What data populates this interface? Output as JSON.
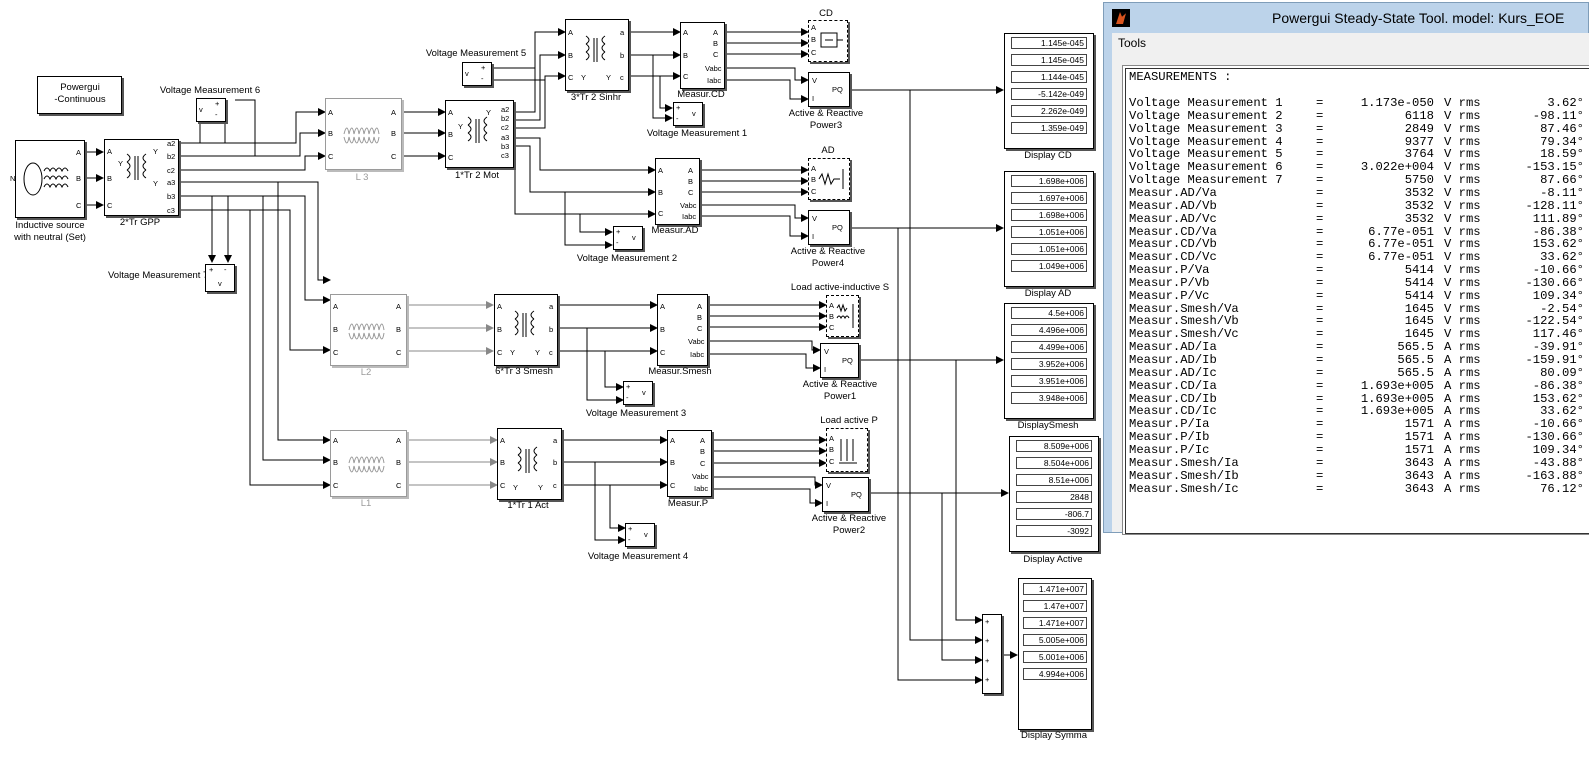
{
  "model": {
    "powergui": {
      "line1": "Powergui",
      "line2": "-Continuous"
    },
    "blocks": {
      "source_line1": "Inductive source",
      "source_line2": "with neutral (Set)",
      "tr_gpp": "2*Tr GPP",
      "l3": "L 3",
      "l2": "L2",
      "l1": "L1",
      "tr_mot": "1*Tr 2 Mot",
      "tr_sinhr": "3*Tr 2 Sinhr",
      "tr_smesh": "6*Tr 3 Smesh",
      "tr_act": "1*Tr 1 Act",
      "measur_cd": "Measur.CD",
      "measur_ad": "Measur.AD",
      "measur_smesh": "Measur.Smesh",
      "measur_p": "Measur.P",
      "load_cd": "CD",
      "load_ad": "AD",
      "load_s": "Load active-inductive  S",
      "load_p": "Load active P",
      "pq3_1": "Active & Reactive",
      "pq3_2": "Power3",
      "pq4_1": "Active & Reactive",
      "pq4_2": "Power4",
      "pq1_1": "Active & Reactive",
      "pq1_2": "Power1",
      "pq2_1": "Active & Reactive",
      "pq2_2": "Power2",
      "vm1": "Voltage Measurement 1",
      "vm2": "Voltage Measurement 2",
      "vm3": "Voltage Measurement 3",
      "vm4": "Voltage Measurement 4",
      "vm5": "Voltage Measurement 5",
      "vm6": "Voltage Measurement 6",
      "vm7": "Voltage Measurement 7",
      "pq_port": "PQ"
    },
    "displays": [
      {
        "title": "Display CD",
        "values": [
          "1.145e-045",
          "1.145e-045",
          "1.144e-045",
          "-5.142e-049",
          "2.262e-049",
          "1.359e-049"
        ]
      },
      {
        "title": "Display AD",
        "values": [
          "1.698e+006",
          "1.697e+006",
          "1.698e+006",
          "1.051e+006",
          "1.051e+006",
          "1.049e+006"
        ]
      },
      {
        "title": "DisplaySmesh",
        "values": [
          "4.5e+006",
          "4.496e+006",
          "4.499e+006",
          "3.952e+006",
          "3.951e+006",
          "3.948e+006"
        ]
      },
      {
        "title": "Display Active",
        "values": [
          "8.509e+006",
          "8.504e+006",
          "8.51e+006",
          "2848",
          "-806.7",
          "-3092"
        ]
      },
      {
        "title": "Display Symma",
        "values": [
          "1.471e+007",
          "1.47e+007",
          "1.471e+007",
          "5.005e+006",
          "5.001e+006",
          "4.994e+006"
        ]
      }
    ],
    "sum_signs": [
      "+",
      "+",
      "+",
      "+"
    ]
  },
  "window": {
    "title": "Powergui Steady-State Tool. model: Kurs_EOE",
    "menu": "Tools",
    "header": "MEASUREMENTS :",
    "rows": [
      {
        "name": "Voltage Measurement 1",
        "value": "1.173e-050",
        "unit": "V rms",
        "angle": "3.62°"
      },
      {
        "name": "Voltage Measurement 2",
        "value": "6118",
        "unit": "V rms",
        "angle": "-98.11°"
      },
      {
        "name": "Voltage Measurement 3",
        "value": "2849",
        "unit": "V rms",
        "angle": "87.46°"
      },
      {
        "name": "Voltage Measurement 4",
        "value": "9377",
        "unit": "V rms",
        "angle": "79.34°"
      },
      {
        "name": "Voltage Measurement 5",
        "value": "3764",
        "unit": "V rms",
        "angle": "18.59°"
      },
      {
        "name": "Voltage Measurement 6",
        "value": "3.022e+004",
        "unit": "V rms",
        "angle": "-153.15°"
      },
      {
        "name": "Voltage Measurement 7",
        "value": "5750",
        "unit": "V rms",
        "angle": "87.66°"
      },
      {
        "name": "Measur.AD/Va",
        "value": "3532",
        "unit": "V rms",
        "angle": "-8.11°"
      },
      {
        "name": "Measur.AD/Vb",
        "value": "3532",
        "unit": "V rms",
        "angle": "-128.11°"
      },
      {
        "name": "Measur.AD/Vc",
        "value": "3532",
        "unit": "V rms",
        "angle": "111.89°"
      },
      {
        "name": "Measur.CD/Va",
        "value": "6.77e-051",
        "unit": "V rms",
        "angle": "-86.38°"
      },
      {
        "name": "Measur.CD/Vb",
        "value": "6.77e-051",
        "unit": "V rms",
        "angle": "153.62°"
      },
      {
        "name": "Measur.CD/Vc",
        "value": "6.77e-051",
        "unit": "V rms",
        "angle": "33.62°"
      },
      {
        "name": "Measur.P/Va",
        "value": "5414",
        "unit": "V rms",
        "angle": "-10.66°"
      },
      {
        "name": "Measur.P/Vb",
        "value": "5414",
        "unit": "V rms",
        "angle": "-130.66°"
      },
      {
        "name": "Measur.P/Vc",
        "value": "5414",
        "unit": "V rms",
        "angle": "109.34°"
      },
      {
        "name": "Measur.Smesh/Va",
        "value": "1645",
        "unit": "V rms",
        "angle": "-2.54°"
      },
      {
        "name": "Measur.Smesh/Vb",
        "value": "1645",
        "unit": "V rms",
        "angle": "-122.54°"
      },
      {
        "name": "Measur.Smesh/Vc",
        "value": "1645",
        "unit": "V rms",
        "angle": "117.46°"
      },
      {
        "name": "Measur.AD/Ia",
        "value": "565.5",
        "unit": "A rms",
        "angle": "-39.91°"
      },
      {
        "name": "Measur.AD/Ib",
        "value": "565.5",
        "unit": "A rms",
        "angle": "-159.91°"
      },
      {
        "name": "Measur.AD/Ic",
        "value": "565.5",
        "unit": "A rms",
        "angle": "80.09°"
      },
      {
        "name": "Measur.CD/Ia",
        "value": "1.693e+005",
        "unit": "A rms",
        "angle": "-86.38°"
      },
      {
        "name": "Measur.CD/Ib",
        "value": "1.693e+005",
        "unit": "A rms",
        "angle": "153.62°"
      },
      {
        "name": "Measur.CD/Ic",
        "value": "1.693e+005",
        "unit": "A rms",
        "angle": "33.62°"
      },
      {
        "name": "Measur.P/Ia",
        "value": "1571",
        "unit": "A rms",
        "angle": "-10.66°"
      },
      {
        "name": "Measur.P/Ib",
        "value": "1571",
        "unit": "A rms",
        "angle": "-130.66°"
      },
      {
        "name": "Measur.P/Ic",
        "value": "1571",
        "unit": "A rms",
        "angle": "109.34°"
      },
      {
        "name": "Measur.Smesh/Ia",
        "value": "3643",
        "unit": "A rms",
        "angle": "-43.88°"
      },
      {
        "name": "Measur.Smesh/Ib",
        "value": "3643",
        "unit": "A rms",
        "angle": "-163.88°"
      },
      {
        "name": "Measur.Smesh/Ic",
        "value": "3643",
        "unit": "A rms",
        "angle": "76.12°"
      }
    ]
  }
}
